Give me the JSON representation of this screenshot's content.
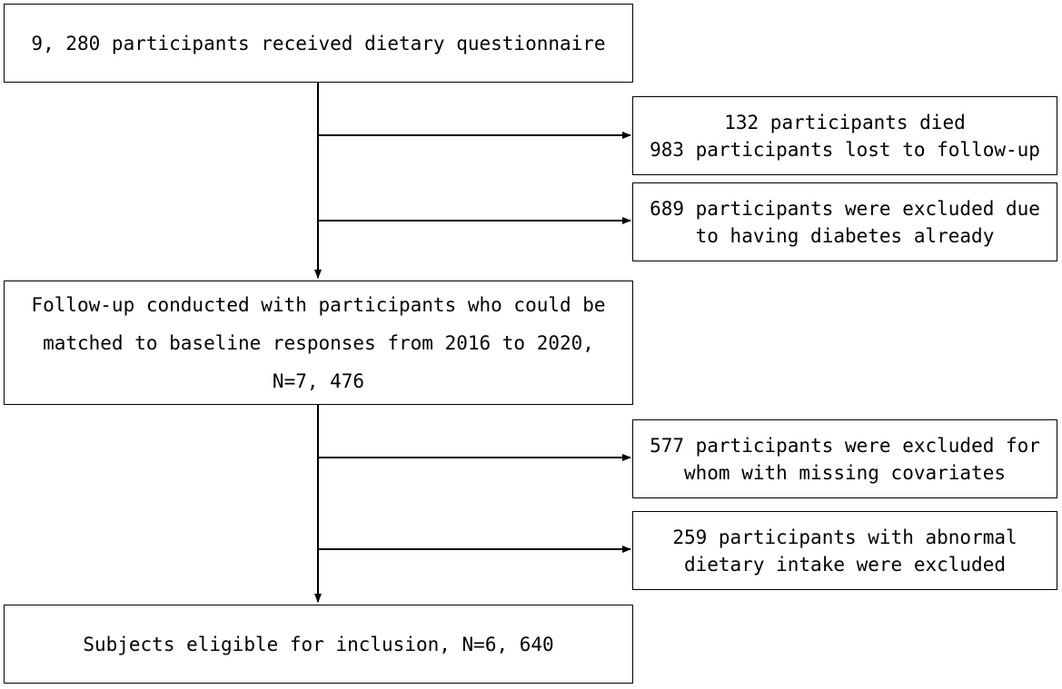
{
  "flowchart": {
    "boxes": {
      "start": {
        "lines": [
          "9, 280 participants received dietary questionnaire"
        ]
      },
      "exclusion_1": {
        "lines": [
          "132 participants died",
          "983 participants lost to follow-up"
        ]
      },
      "exclusion_2": {
        "lines": [
          "689 participants were excluded due",
          "to having diabetes already"
        ]
      },
      "followup": {
        "lines": [
          "Follow-up conducted with participants who could be",
          "matched to baseline responses from 2016 to 2020,",
          "N=7, 476"
        ]
      },
      "exclusion_3": {
        "lines": [
          "577 participants were excluded for",
          "whom with missing covariates"
        ]
      },
      "exclusion_4": {
        "lines": [
          "259 participants with abnormal",
          "dietary intake were excluded"
        ]
      },
      "final": {
        "lines": [
          "Subjects eligible for inclusion, N=6, 640"
        ]
      }
    },
    "colors": {
      "line": "#000000",
      "background": "#ffffff"
    }
  }
}
